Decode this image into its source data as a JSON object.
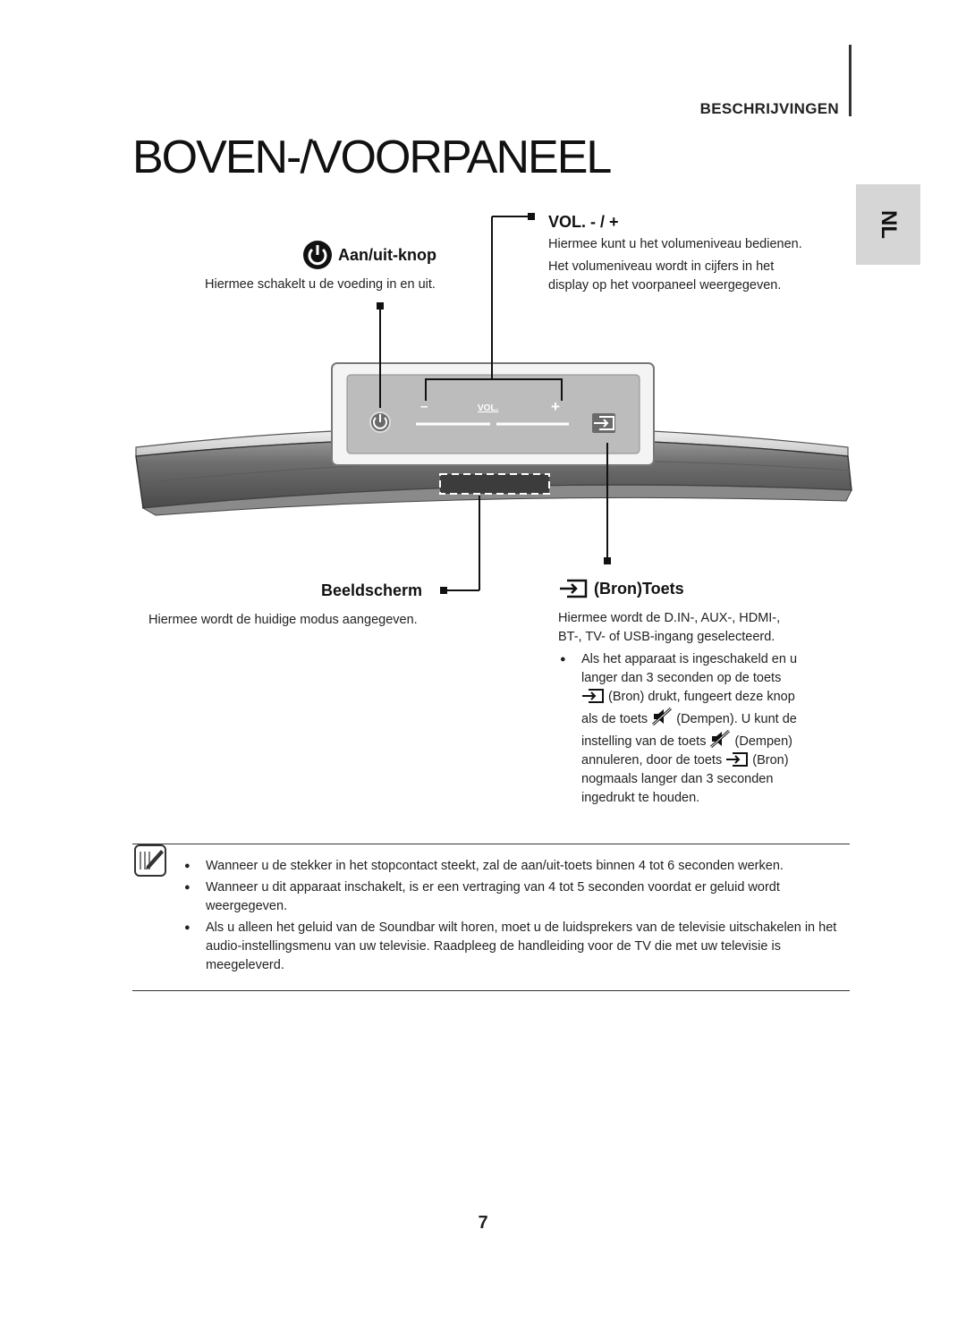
{
  "header": {
    "section": "BESCHRIJVINGEN",
    "title": "BOVEN-/VOORPANEEL",
    "language_tab": "NL"
  },
  "callouts": {
    "power": {
      "title": "Aan/uit-knop",
      "description": "Hiermee schakelt u de voeding in en uit.",
      "icon": "power-icon"
    },
    "volume": {
      "title": "VOL. - / +",
      "lines": [
        "Hiermee kunt u het volumeniveau bedienen.",
        "Het volumeniveau wordt in cijfers in het",
        "display op het voorpaneel weergegeven."
      ]
    },
    "display": {
      "title": "Beeldscherm",
      "description": "Hiermee wordt de huidige modus aangegeven."
    },
    "source": {
      "title": "(Bron)Toets",
      "icon": "source-icon",
      "lines": [
        "Hiermee wordt de D.IN-, AUX-, HDMI-,",
        "BT-, TV- of USB-ingang geselecteerd."
      ],
      "bullet": {
        "l1": "Als het apparaat is ingeschakeld en u",
        "l2": "langer dan 3 seconden op de toets",
        "l3": "(Bron) drukt, fungeert deze knop",
        "l4a": "als de toets",
        "l4b": "(Dempen). U kunt de",
        "l5a": "instelling van de toets",
        "l5b": "(Dempen)",
        "l6a": "annuleren, door de toets",
        "l6b": "(Bron)",
        "l7": "nogmaals langer dan 3 seconden",
        "l8": "ingedrukt te houden."
      }
    }
  },
  "panel": {
    "minus": "–",
    "vol": "VOL.",
    "plus": "+"
  },
  "notes": [
    "Wanneer u de stekker in het stopcontact steekt, zal de aan/uit-toets binnen 4 tot 6 seconden werken.",
    "Wanneer u dit apparaat inschakelt, is er een vertraging van 4 tot 5 seconden voordat er geluid wordt weergegeven.",
    "Als u alleen het geluid van de Soundbar wilt horen, moet u de luidsprekers van de televisie uitschakelen in het audio-instellingsmenu van uw televisie. Raadpleeg de handleiding voor de TV die met uw televisie is meegeleverd."
  ],
  "page_number": "7"
}
